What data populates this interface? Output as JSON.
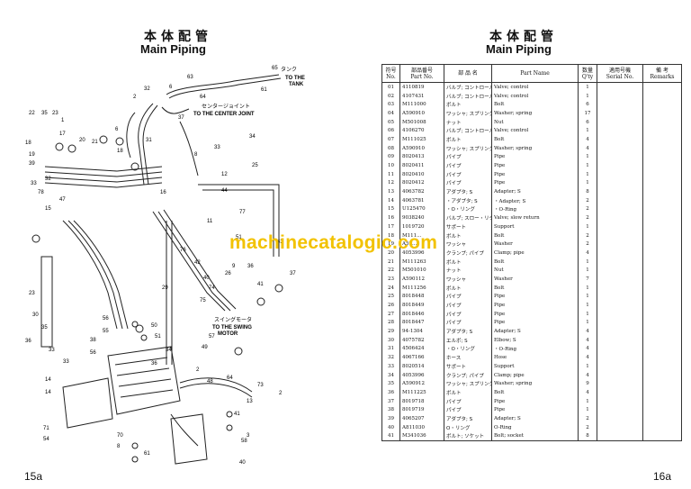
{
  "left_page": {
    "title_jp": "本体配管",
    "title_en": "Main Piping",
    "page_number": "15a",
    "diagram": {
      "tank_label_jp": "タンク",
      "tank_label_en_1": "TO THE",
      "tank_label_en_2": "TANK",
      "center_joint_jp": "センタージョイント",
      "center_joint_en": "TO THE CENTER JOINT",
      "swing_motor_jp": "スイングモータ",
      "swing_motor_en_1": "TO THE SWING",
      "swing_motor_en_2": "MOTOR",
      "callouts": [
        "63",
        "65",
        "6",
        "61",
        "32",
        "64",
        "2",
        "37",
        "22",
        "35",
        "23",
        "1",
        "18",
        "19",
        "17",
        "20",
        "21",
        "31",
        "6",
        "18",
        "39",
        "33",
        "34",
        "8",
        "33",
        "32",
        "16",
        "78",
        "25",
        "12",
        "47",
        "15",
        "44",
        "77",
        "11",
        "76",
        "51",
        "43",
        "36",
        "41",
        "40",
        "26",
        "74",
        "75",
        "37",
        "29",
        "42",
        "9",
        "23",
        "30",
        "35",
        "36",
        "33",
        "33",
        "14",
        "14",
        "50",
        "51",
        "56",
        "55",
        "34",
        "57",
        "49",
        "38",
        "56",
        "36",
        "2",
        "48",
        "64",
        "73",
        "2",
        "13",
        "41",
        "3",
        "58",
        "70",
        "71",
        "54",
        "8",
        "61",
        "40"
      ]
    }
  },
  "right_page": {
    "title_jp": "本体配管",
    "title_en": "Main Piping",
    "page_number": "16a",
    "watermark": "machinecatalogic.com",
    "table": {
      "headers": {
        "no_jp": "符号",
        "no_en": "No.",
        "part_no_jp": "部品番号",
        "part_no_en": "Part No.",
        "part_name_jp": "部 品 名",
        "part_name_en": "Part Name",
        "qty_jp": "数量",
        "qty_en": "Q'ty",
        "serial_jp": "適用号機",
        "serial_en": "Serial No.",
        "remarks_jp": "備 考",
        "remarks_en": "Remarks"
      },
      "rows": [
        {
          "no": "01",
          "part_no": "4110819",
          "name_jp": "バルブ; コントロール",
          "name_en": "Valve; control",
          "qty": "1"
        },
        {
          "no": "02",
          "part_no": "4107431",
          "name_jp": "バルブ; コントロール",
          "name_en": "Valve; control",
          "qty": "1"
        },
        {
          "no": "03",
          "part_no": "M111000",
          "name_jp": "ボルト",
          "name_en": "Bolt",
          "qty": "6"
        },
        {
          "no": "04",
          "part_no": "A590910",
          "name_jp": "ワッシャ; スプリング",
          "name_en": "Washer; spring",
          "qty": "17"
        },
        {
          "no": "05",
          "part_no": "M501008",
          "name_jp": "ナット",
          "name_en": "Nut",
          "qty": "6"
        },
        {
          "no": "06",
          "part_no": "4106270",
          "name_jp": "バルブ; コントロール",
          "name_en": "Valve; control",
          "qty": "1"
        },
        {
          "no": "07",
          "part_no": "M111025",
          "name_jp": "ボルト",
          "name_en": "Bolt",
          "qty": "4"
        },
        {
          "no": "08",
          "part_no": "A590910",
          "name_jp": "ワッシャ; スプリング",
          "name_en": "Washer; spring",
          "qty": "4"
        },
        {
          "no": "09",
          "part_no": "8020413",
          "name_jp": "パイプ",
          "name_en": "Pipe",
          "qty": "1"
        },
        {
          "no": "10",
          "part_no": "8020411",
          "name_jp": "パイプ",
          "name_en": "Pipe",
          "qty": "1"
        },
        {
          "no": "11",
          "part_no": "8020410",
          "name_jp": "パイプ",
          "name_en": "Pipe",
          "qty": "1"
        },
        {
          "no": "12",
          "part_no": "8020412",
          "name_jp": "パイプ",
          "name_en": "Pipe",
          "qty": "1"
        },
        {
          "no": "13",
          "part_no": "4063782",
          "name_jp": "アダプタ; S",
          "name_en": "Adapter; S",
          "qty": "8"
        },
        {
          "no": "14",
          "part_no": "4063781",
          "name_jp": "・アダプタ; S",
          "name_en": "・Adapter; S",
          "qty": "2"
        },
        {
          "no": "15",
          "part_no": "U125470",
          "name_jp": "・O・リング",
          "name_en": "・O-Ring",
          "qty": "2"
        },
        {
          "no": "16",
          "part_no": "9038240",
          "name_jp": "バルブ; スロー・リターン",
          "name_en": "Valve; slow return",
          "qty": "2"
        },
        {
          "no": "17",
          "part_no": "1019720",
          "name_jp": "サポート",
          "name_en": "Support",
          "qty": "1"
        },
        {
          "no": "18",
          "part_no": "M111...",
          "name_jp": "ボルト",
          "name_en": "Bolt",
          "qty": "2"
        },
        {
          "no": "19",
          "part_no": "A59...",
          "name_jp": "ワッシャ",
          "name_en": "Washer",
          "qty": "2"
        },
        {
          "no": "20",
          "part_no": "4053996",
          "name_jp": "クランプ; パイプ",
          "name_en": "Clamp; pipe",
          "qty": "4"
        },
        {
          "no": "21",
          "part_no": "M111263",
          "name_jp": "ボルト",
          "name_en": "Bolt",
          "qty": "1"
        },
        {
          "no": "22",
          "part_no": "M501010",
          "name_jp": "ナット",
          "name_en": "Nut",
          "qty": "1"
        },
        {
          "no": "23",
          "part_no": "A590112",
          "name_jp": "ワッシャ",
          "name_en": "Washer",
          "qty": "7"
        },
        {
          "no": "24",
          "part_no": "M111256",
          "name_jp": "ボルト",
          "name_en": "Bolt",
          "qty": "1"
        },
        {
          "no": "25",
          "part_no": "8018448",
          "name_jp": "パイプ",
          "name_en": "Pipe",
          "qty": "1"
        },
        {
          "no": "26",
          "part_no": "8018449",
          "name_jp": "パイプ",
          "name_en": "Pipe",
          "qty": "1"
        },
        {
          "no": "27",
          "part_no": "8018446",
          "name_jp": "パイプ",
          "name_en": "Pipe",
          "qty": "1"
        },
        {
          "no": "28",
          "part_no": "8018447",
          "name_jp": "パイプ",
          "name_en": "Pipe",
          "qty": "1"
        },
        {
          "no": "29",
          "part_no": "94-1304",
          "name_jp": "アダプタ; S",
          "name_en": "Adapter; S",
          "qty": "4"
        },
        {
          "no": "30",
          "part_no": "4075782",
          "name_jp": "エルボ; S",
          "name_en": "Elbow; S",
          "qty": "4"
        },
        {
          "no": "31",
          "part_no": "4506424",
          "name_jp": "・O・リング",
          "name_en": "・O-Ring",
          "qty": "4"
        },
        {
          "no": "32",
          "part_no": "4067166",
          "name_jp": "ホース",
          "name_en": "Hose",
          "qty": "4"
        },
        {
          "no": "33",
          "part_no": "8020514",
          "name_jp": "サポート",
          "name_en": "Support",
          "qty": "1"
        },
        {
          "no": "34",
          "part_no": "4053996",
          "name_jp": "クランプ; パイプ",
          "name_en": "Clamp; pipe",
          "qty": "4"
        },
        {
          "no": "35",
          "part_no": "A590912",
          "name_jp": "ワッシャ; スプリング",
          "name_en": "Washer; spring",
          "qty": "9"
        },
        {
          "no": "36",
          "part_no": "M111225",
          "name_jp": "ボルト",
          "name_en": "Bolt",
          "qty": "4"
        },
        {
          "no": "37",
          "part_no": "8019718",
          "name_jp": "パイプ",
          "name_en": "Pipe",
          "qty": "1"
        },
        {
          "no": "38",
          "part_no": "8019719",
          "name_jp": "パイプ",
          "name_en": "Pipe",
          "qty": "1"
        },
        {
          "no": "39",
          "part_no": "4065207",
          "name_jp": "アダプタ; S",
          "name_en": "Adapter; S",
          "qty": "2"
        },
        {
          "no": "40",
          "part_no": "A811030",
          "name_jp": "O・リング",
          "name_en": "O-Ring",
          "qty": "2"
        },
        {
          "no": "41",
          "part_no": "M341036",
          "name_jp": "ボルト; ソケット",
          "name_en": "Bolt; socket",
          "qty": "8"
        }
      ]
    }
  }
}
